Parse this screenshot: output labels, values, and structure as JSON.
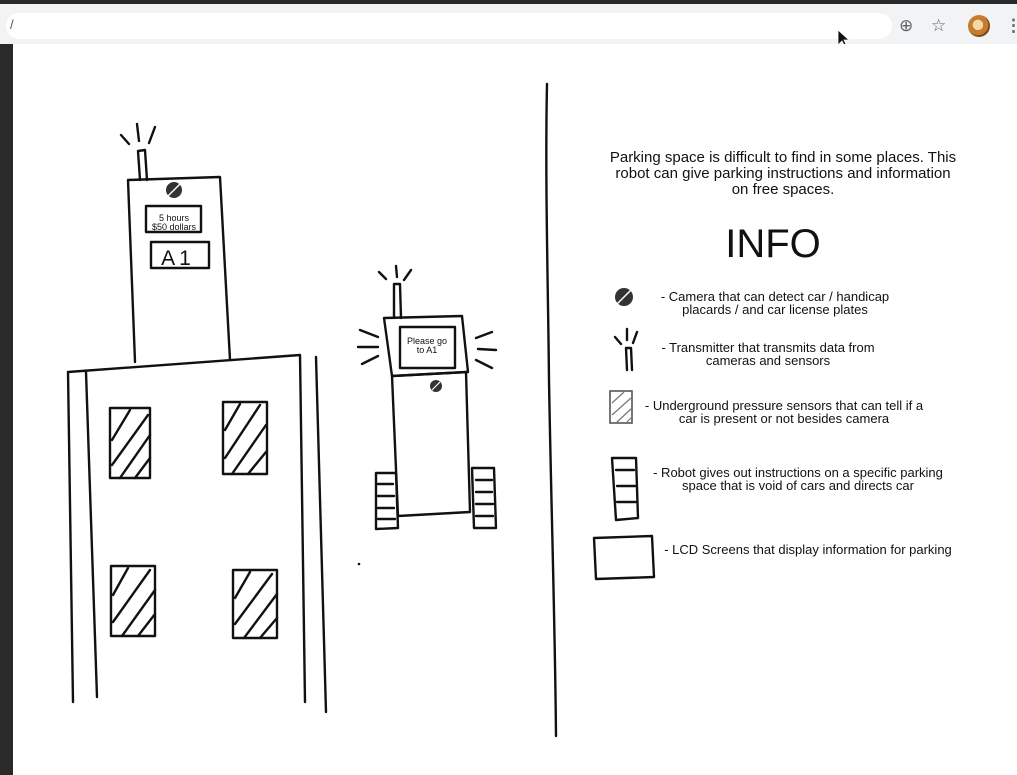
{
  "browser": {
    "url": "/",
    "icons": [
      "add-circle-icon",
      "star-icon",
      "avatar",
      "more-icon"
    ]
  },
  "sketch": {
    "building_sign": {
      "line1": "5 hours",
      "line2": "$50 dollars",
      "label": "A1"
    },
    "robot_screen": {
      "line1": "Please go",
      "line2": "to A1"
    }
  },
  "intro": "Parking space is difficult to find in some places.  This robot can give parking instructions and information on free spaces.",
  "info_title": "INFO",
  "legend": [
    {
      "icon": "camera-icon",
      "text": "- Camera that can detect car / handicap placards / and car license plates"
    },
    {
      "icon": "transmitter-icon",
      "text": "- Transmitter that transmits data from cameras and sensors"
    },
    {
      "icon": "pressure-sensor-icon",
      "text": "- Underground pressure sensors that can tell if a car is present or not besides camera"
    },
    {
      "icon": "robot-icon",
      "text": "- Robot gives out instructions on a specific parking space that is void of cars and directs car"
    },
    {
      "icon": "lcd-screen-icon",
      "text": "- LCD Screens that display information for parking"
    }
  ]
}
